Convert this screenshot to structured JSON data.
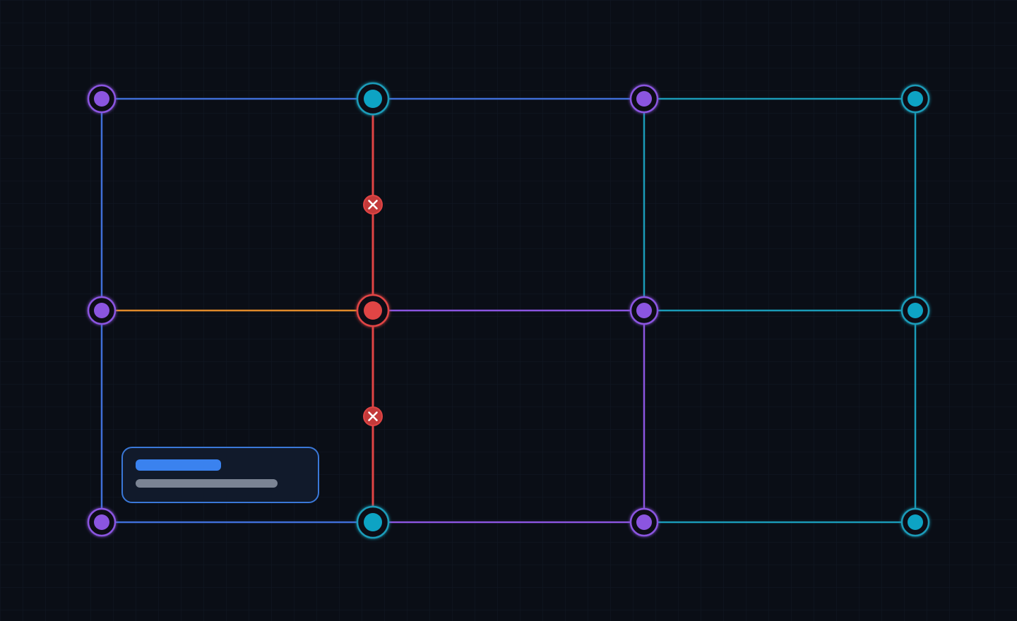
{
  "colors": {
    "background": "#0a0e16",
    "grid": "#141b26",
    "blue": "#3f6fd8",
    "purple": "#8b55e0",
    "teal": "#1a9bb8",
    "orange": "#e08a2a",
    "red": "#e04444",
    "node_purple_fill": "#8b55e0",
    "node_purple_ring": "#8b55e0",
    "node_teal_fill": "#0fa3c4",
    "node_teal_ring": "#1a9bb8",
    "node_red_fill": "#e04444",
    "break_marker_fill": "#c43a3a",
    "legend_accent": "#3a82ef",
    "legend_muted": "#7b8494",
    "legend_border": "#3a78d8"
  },
  "nodes": [
    {
      "id": "n00",
      "type": "purple",
      "size": "small"
    },
    {
      "id": "n10",
      "type": "teal",
      "size": "large"
    },
    {
      "id": "n20",
      "type": "purple",
      "size": "small"
    },
    {
      "id": "n30",
      "type": "teal",
      "size": "small"
    },
    {
      "id": "n01",
      "type": "purple",
      "size": "small"
    },
    {
      "id": "n11",
      "type": "red",
      "size": "large"
    },
    {
      "id": "n21",
      "type": "purple",
      "size": "small"
    },
    {
      "id": "n31",
      "type": "teal",
      "size": "small"
    },
    {
      "id": "n02",
      "type": "purple",
      "size": "small"
    },
    {
      "id": "n12",
      "type": "teal",
      "size": "large"
    },
    {
      "id": "n22",
      "type": "purple",
      "size": "small"
    },
    {
      "id": "n32",
      "type": "teal",
      "size": "small"
    }
  ],
  "edges": [
    {
      "from": "n00",
      "to": "n10",
      "color": "blue"
    },
    {
      "from": "n10",
      "to": "n20",
      "color": "blue"
    },
    {
      "from": "n20",
      "to": "n30",
      "color": "teal"
    },
    {
      "from": "n01",
      "to": "n11",
      "color": "orange"
    },
    {
      "from": "n11",
      "to": "n21",
      "color": "purple"
    },
    {
      "from": "n21",
      "to": "n31",
      "color": "teal"
    },
    {
      "from": "n02",
      "to": "n12",
      "color": "blue"
    },
    {
      "from": "n12",
      "to": "n22",
      "color": "purple"
    },
    {
      "from": "n22",
      "to": "n32",
      "color": "teal"
    },
    {
      "from": "n00",
      "to": "n01",
      "color": "blue"
    },
    {
      "from": "n01",
      "to": "n02",
      "color": "blue"
    },
    {
      "from": "n10",
      "to": "n11",
      "color": "red",
      "broken": true
    },
    {
      "from": "n11",
      "to": "n12",
      "color": "red",
      "broken": true
    },
    {
      "from": "n20",
      "to": "n21",
      "color": "teal"
    },
    {
      "from": "n21",
      "to": "n22",
      "color": "purple"
    },
    {
      "from": "n30",
      "to": "n31",
      "color": "teal"
    },
    {
      "from": "n31",
      "to": "n32",
      "color": "teal"
    }
  ],
  "break_markers": [
    {
      "edge": "n10-n11",
      "icon": "close-icon"
    },
    {
      "edge": "n11-n12",
      "icon": "close-icon"
    }
  ],
  "legend": {
    "primary_bar": "accent",
    "secondary_bar": "muted"
  }
}
